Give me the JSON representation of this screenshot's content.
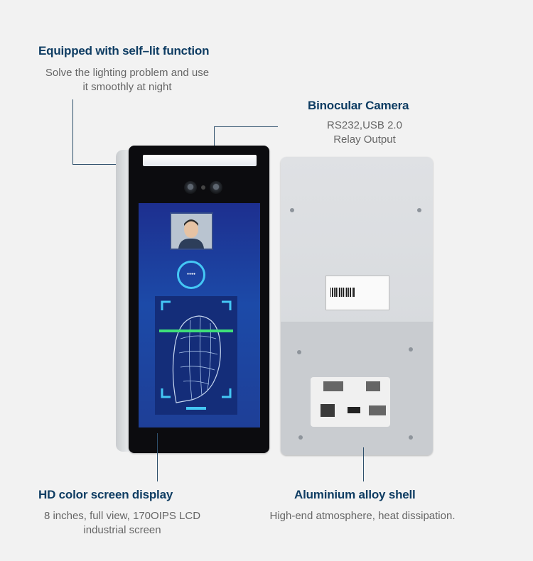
{
  "features": {
    "self_lit": {
      "title": "Equipped with self–lit function",
      "desc_line1": "Solve the lighting problem and use",
      "desc_line2": "it smoothly at night"
    },
    "camera": {
      "title": "Binocular Camera",
      "desc_line1": "RS232,USB 2.0",
      "desc_line2": "Relay Output"
    },
    "screen": {
      "title": "HD color screen display",
      "desc_line1": "8 inches, full view, 170OIPS LCD",
      "desc_line2": "industrial screen"
    },
    "shell": {
      "title": "Aluminium alloy shell",
      "desc_line1": "High-end atmosphere, heat dissipation."
    }
  },
  "colors": {
    "title": "#0f3d63",
    "desc": "#666666",
    "callout_line": "#2e4f6b",
    "screen_accent": "#44c7f5",
    "scan_line": "#3fe07a"
  }
}
